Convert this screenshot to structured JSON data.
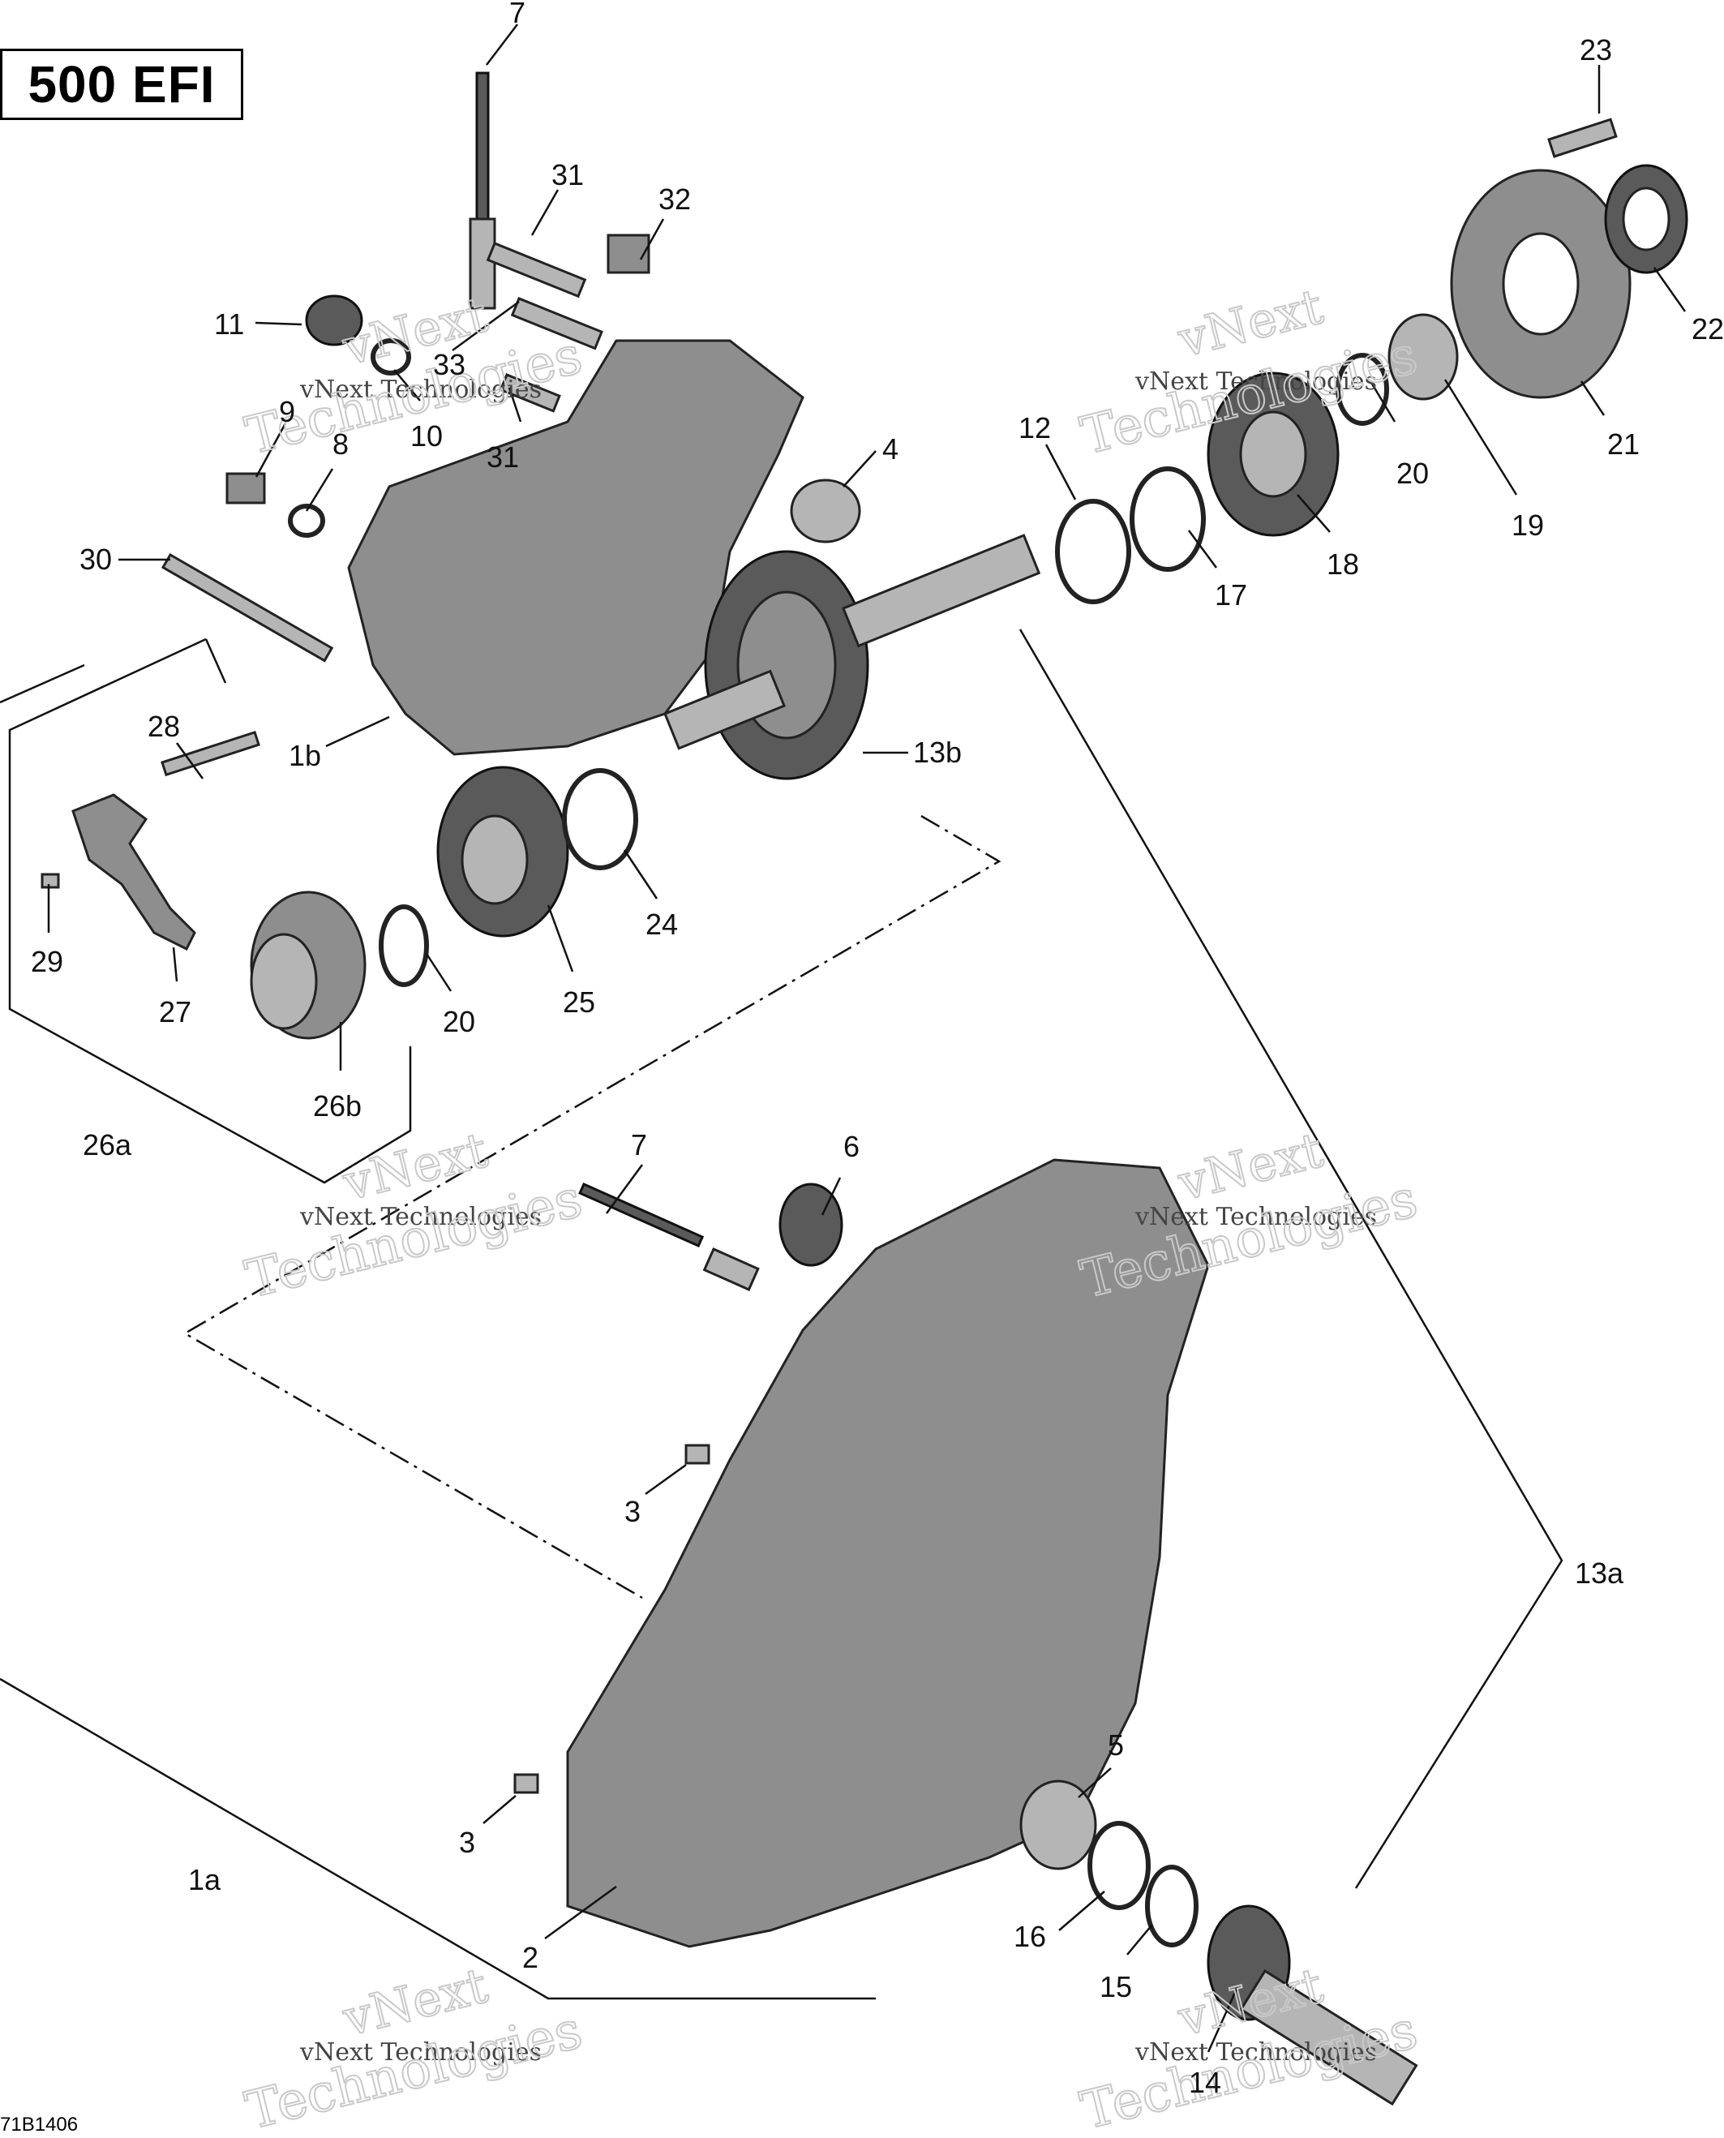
{
  "title": "500 EFI",
  "drawing_code": "71B1406",
  "watermark": {
    "line1": "vNext Technologies",
    "line2": "vNext",
    "line3": "Technologies"
  },
  "labels": [
    {
      "id": "7-top",
      "text": "7"
    },
    {
      "id": "23",
      "text": "23"
    },
    {
      "id": "31-top",
      "text": "31"
    },
    {
      "id": "32",
      "text": "32"
    },
    {
      "id": "11",
      "text": "11"
    },
    {
      "id": "33",
      "text": "33"
    },
    {
      "id": "22",
      "text": "22"
    },
    {
      "id": "10",
      "text": "10"
    },
    {
      "id": "9",
      "text": "9"
    },
    {
      "id": "8",
      "text": "8"
    },
    {
      "id": "31-mid",
      "text": "31"
    },
    {
      "id": "4",
      "text": "4"
    },
    {
      "id": "12",
      "text": "12"
    },
    {
      "id": "20-top",
      "text": "20"
    },
    {
      "id": "21",
      "text": "21"
    },
    {
      "id": "19",
      "text": "19"
    },
    {
      "id": "18",
      "text": "18"
    },
    {
      "id": "17",
      "text": "17"
    },
    {
      "id": "30",
      "text": "30"
    },
    {
      "id": "28",
      "text": "28"
    },
    {
      "id": "1b",
      "text": "1b"
    },
    {
      "id": "13b",
      "text": "13b"
    },
    {
      "id": "24",
      "text": "24"
    },
    {
      "id": "29",
      "text": "29"
    },
    {
      "id": "27",
      "text": "27"
    },
    {
      "id": "20-mid",
      "text": "20"
    },
    {
      "id": "25",
      "text": "25"
    },
    {
      "id": "26b",
      "text": "26b"
    },
    {
      "id": "26a",
      "text": "26a"
    },
    {
      "id": "7-mid",
      "text": "7"
    },
    {
      "id": "6",
      "text": "6"
    },
    {
      "id": "3-top",
      "text": "3"
    },
    {
      "id": "13a",
      "text": "13a"
    },
    {
      "id": "5",
      "text": "5"
    },
    {
      "id": "3-bot",
      "text": "3"
    },
    {
      "id": "1a",
      "text": "1a"
    },
    {
      "id": "16",
      "text": "16"
    },
    {
      "id": "2",
      "text": "2"
    },
    {
      "id": "15",
      "text": "15"
    },
    {
      "id": "14",
      "text": "14"
    }
  ]
}
